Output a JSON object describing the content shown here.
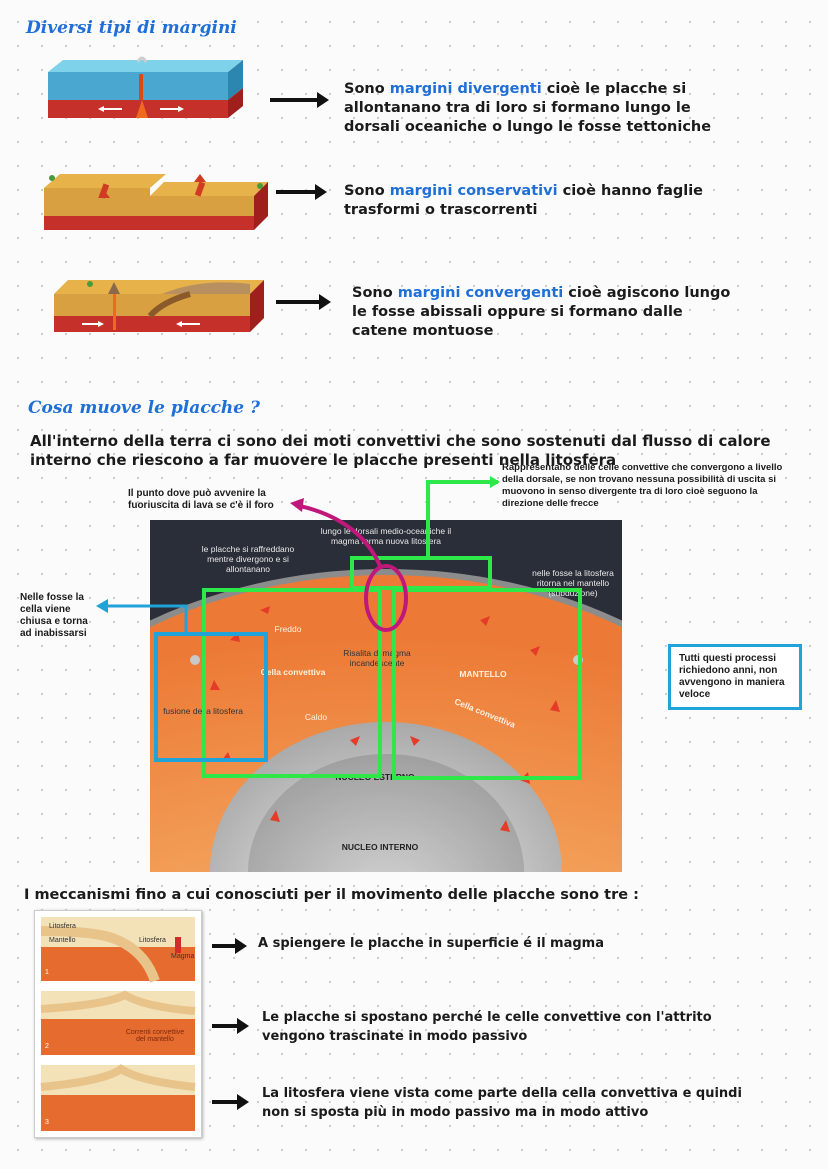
{
  "heading_margins": "Diversi tipi di margini",
  "margins": [
    {
      "prefix": "Sono ",
      "keyword": "margini divergenti",
      "text": " cioè le placche si allontanano tra di loro si formano lungo le dorsali oceaniche o lungo le fosse tettoniche"
    },
    {
      "prefix": "Sono ",
      "keyword": "margini conservativi",
      "text": " cioè hanno faglie trasformi o trascorrenti"
    },
    {
      "prefix": "Sono ",
      "keyword": "margini convergenti",
      "text": " cioè agiscono lungo le fosse abissali oppure si formano dalle catene montuose"
    }
  ],
  "heading_plates": "Cosa muove le placche ?",
  "intro": "All'interno della terra ci sono dei moti convettivi che sono sostenuti dal flusso di calore interno che riescono a far muovere le placche presenti nella litosfera",
  "notes": {
    "cells": "Rappresentano delle celle convettive che convergono a livello della dorsale, se non trovano nessuna possibilità di uscita si muovono in senso divergente tra di loro cioè seguono la direzione delle frecce",
    "lava": "Il punto dove può avvenire la fuoriuscita di lava se c'è il foro",
    "trench": "Nelle fosse la cella viene chiusa e torna ad inabissarsi",
    "time": "Tutti questi processi richiedono anni, non avvengono in maniera veloce"
  },
  "diagram": {
    "label_dorsal": "lungo le dorsali medio-oceaniche il magma forma nuova litosfera",
    "label_cool": "le placche si raffreddano mentre divergono e si allontanano",
    "label_trench": "nelle fosse la litosfera ritorna nel mantello (subduzione)",
    "label_cold": "Freddo",
    "label_cell_left": "Cella convettiva",
    "label_rising": "Risalita di magma incandescente",
    "label_mantle": "MANTELLO",
    "label_cell_right": "Cella convettiva",
    "label_hot": "Caldo",
    "label_melting": "fusione della litosfera",
    "label_outer_core": "NUCLEO ESTERNO",
    "label_inner_core": "NUCLEO INTERNO"
  },
  "mechanisms_intro": "I meccanismi fino a cui conosciuti per il movimento delle placche sono tre :",
  "mechanisms": [
    {
      "num": "1",
      "text": "A spiengere le placche in superficie é il magma",
      "labels": [
        "Litosfera",
        "Mantello",
        "Litosfera",
        "Magma"
      ]
    },
    {
      "num": "2",
      "text": "Le placche si spostano perché le celle convettive con l'attrito vengono trascinate in modo passivo",
      "labels": [
        "Correnti convettive del mantello"
      ]
    },
    {
      "num": "3",
      "text": "La litosfera viene vista come parte della cella convettiva e quindi non si sposta più in modo passivo ma in modo attivo",
      "labels": []
    }
  ],
  "colors": {
    "accent_blue": "#1f6fd6",
    "green_box": "#2ee84a",
    "cyan_box": "#1fa3d8",
    "magenta": "#c0187a"
  }
}
